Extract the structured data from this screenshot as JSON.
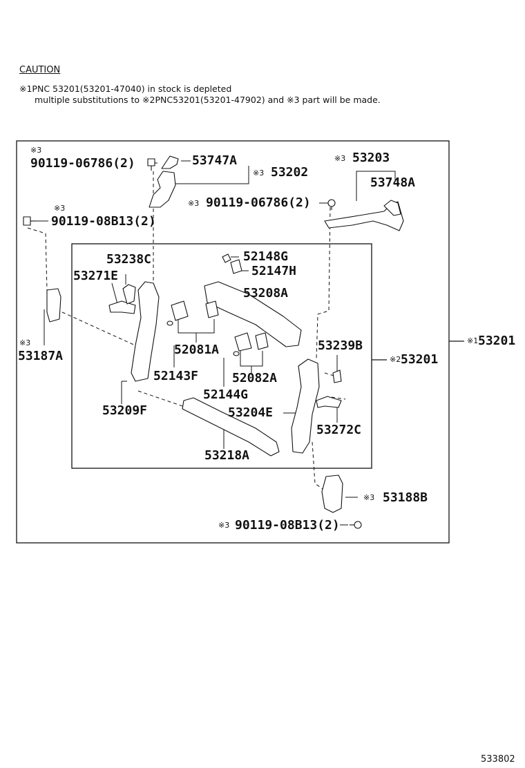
{
  "caution": {
    "title": "CAUTION",
    "line1": "※1PNC 53201(53201-47040) in stock is depleted",
    "line2": "multiple substitutions to ※2PNC53201(53201-47902) and ※3 part will be made."
  },
  "labels": {
    "mk3": "※3",
    "mk3_inline": "※3",
    "p90119_06786_a": "90119-06786(2)",
    "p53747A": "53747A",
    "p53202": "53202",
    "p53203": "53203",
    "p53748A": "53748A",
    "p90119_06786_b": "90119-06786(2)",
    "p90119_08B13_a": "90119-08B13(2)",
    "p53238C": "53238C",
    "p53271E": "53271E",
    "p52148G": "52148G",
    "p52147H": "52147H",
    "p53208A": "53208A",
    "p53187A": "53187A",
    "p52081A": "52081A",
    "p52143F": "52143F",
    "p53239B": "53239B",
    "p53201_2": "53201",
    "mk2": "※2",
    "p53201_1": "53201",
    "mk1": "※1",
    "p52082A": "52082A",
    "p52144G": "52144G",
    "p53209F": "53209F",
    "p53204E": "53204E",
    "p53272C": "53272C",
    "p53218A": "53218A",
    "p53188B": "53188B",
    "p90119_08B13_b": "90119-08B13(2)"
  },
  "figure_id": "533802"
}
